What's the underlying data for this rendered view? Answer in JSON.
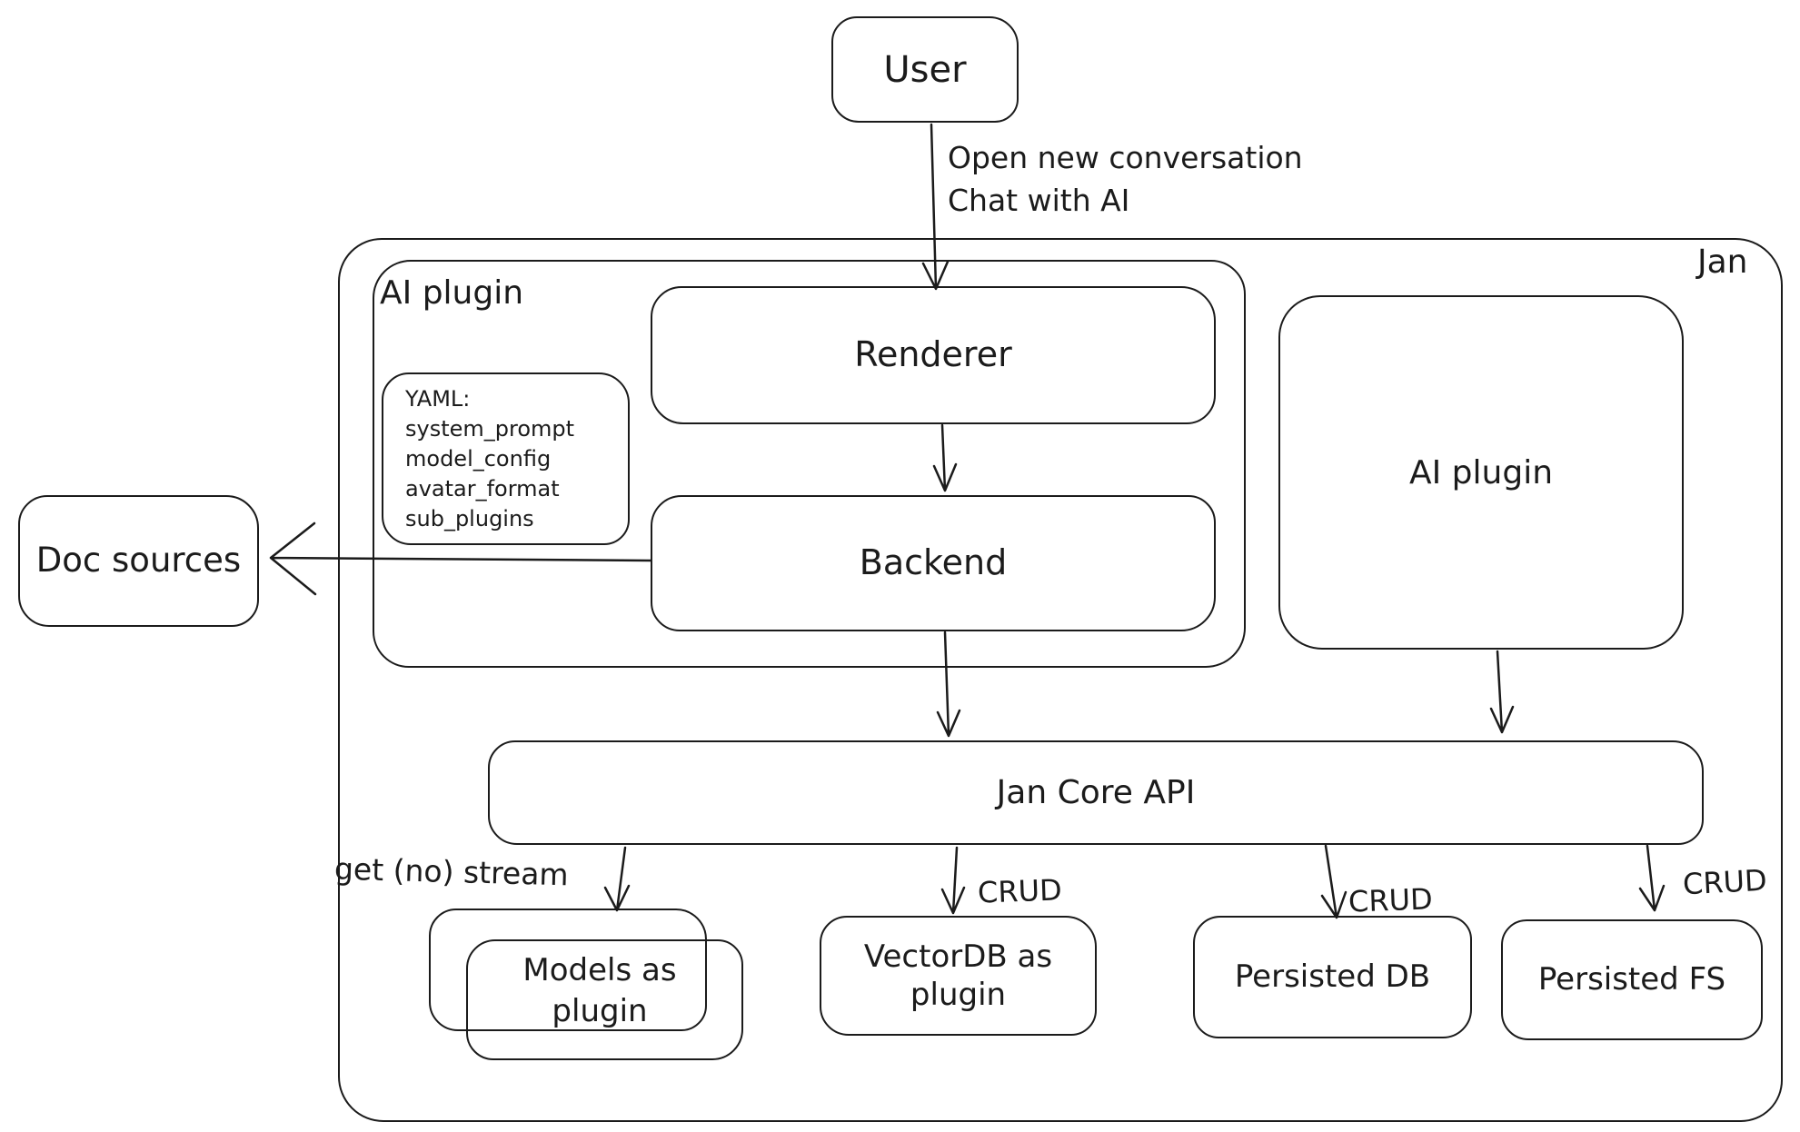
{
  "diagram": {
    "colors": {
      "stroke": "#1b1b1b",
      "background": "#ffffff"
    },
    "nodes": {
      "user": {
        "label": "User"
      },
      "jan_container": {
        "label": "Jan"
      },
      "ai_plugin_container": {
        "label": "AI plugin"
      },
      "yaml_note": {
        "lines": [
          "YAML:",
          "system_prompt",
          "model_config",
          "avatar_format",
          "sub_plugins"
        ]
      },
      "renderer": {
        "label": "Renderer"
      },
      "backend": {
        "label": "Backend"
      },
      "doc_sources": {
        "label": "Doc sources"
      },
      "ai_plugin_right": {
        "label": "AI plugin"
      },
      "jan_core_api": {
        "label": "Jan Core API"
      },
      "models_as_plugin": {
        "label": "Models as\nplugin"
      },
      "vectordb_plugin": {
        "label": "VectorDB as\nplugin"
      },
      "persisted_db": {
        "label": "Persisted DB"
      },
      "persisted_fs": {
        "label": "Persisted FS"
      }
    },
    "edge_labels": {
      "user_to_renderer": "Open new conversation\nChat with AI",
      "get_no_stream": "get (no) stream",
      "crud_vectordb": "CRUD",
      "crud_persisted_db": "CRUD",
      "crud_persisted_fs": "CRUD"
    }
  }
}
